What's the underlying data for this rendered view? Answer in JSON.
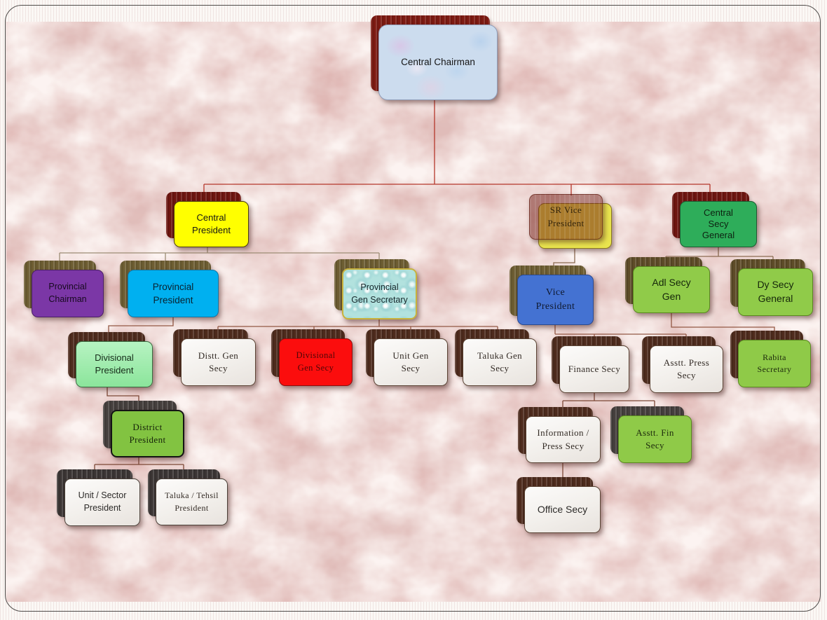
{
  "slide": {
    "background_color": "#dfb5b2",
    "frame_color": "#fbf8f5",
    "frame_line_color": "#4f4c4a"
  },
  "connector_colors": {
    "top": "#b5372b",
    "second": "#9c8c74",
    "third": "#8a6a50",
    "fourth": "#935844",
    "fifth": "#7c4836"
  },
  "chart": {
    "type": "org-chart",
    "nodes": [
      {
        "id": "central-chairman",
        "lines": [
          "Central Chairman"
        ],
        "fill": "",
        "texture": "mottled",
        "text": "#161616",
        "border": "#8f9cb8",
        "shadow": "#7d1a12",
        "font": "sans"
      },
      {
        "id": "central-president",
        "lines": [
          "Central",
          "President"
        ],
        "fill": "#ffff00",
        "text": "#161616",
        "border": "#4a3c10",
        "shadow": "#6e1510",
        "font": "sans"
      },
      {
        "id": "sr-vice-president",
        "lines": [
          "SR Vice",
          "President"
        ],
        "fill": "rgba(109,21,13,0.50)",
        "back_fill": "#e9e44e",
        "text": "#33240c",
        "border": "rgba(90,25,12,0.65)",
        "shadow": "#6e1510",
        "font": "serif",
        "special": "overlay"
      },
      {
        "id": "central-secy-general",
        "lines": [
          "Central",
          "Secy",
          "General"
        ],
        "fill": "#2ead5a",
        "text": "#0d2211",
        "border": "#1d5c33",
        "shadow": "#6e1510",
        "font": "sans"
      },
      {
        "id": "provincial-chairman",
        "lines": [
          "Provincial",
          "Chairman"
        ],
        "fill": "#7b37a6",
        "text": "#17091f",
        "border": "#4a1f66",
        "shadow": "#6d5d32",
        "font": "sans"
      },
      {
        "id": "provincial-president",
        "lines": [
          "Provincial",
          "President"
        ],
        "fill": "#00b0f0",
        "text": "#0a2230",
        "border": "#1874a0",
        "shadow": "#6d5d32",
        "font": "sans"
      },
      {
        "id": "provincial-gen-secy",
        "lines": [
          "Provincial",
          "Gen Secretary"
        ],
        "fill": "",
        "texture": "bubbles",
        "text": "#15262a",
        "border": "#c8b23c",
        "border_w": 2,
        "shadow": "#6d5d32",
        "font": "sans"
      },
      {
        "id": "vice-president",
        "lines": [
          "Vice",
          "President"
        ],
        "fill": "#4472d2",
        "text": "#101a30",
        "border": "#2a4a90",
        "shadow": "#6d5d32",
        "font": "serif"
      },
      {
        "id": "adl-secy-gen",
        "lines": [
          "Adl Secy",
          "Gen"
        ],
        "fill": "#90cb49",
        "text": "#15260a",
        "border": "#5a8a20",
        "shadow": "#5e4c28",
        "font": "sans"
      },
      {
        "id": "dy-secy-general",
        "lines": [
          "Dy  Secy",
          "General"
        ],
        "fill": "#90cb49",
        "text": "#15260a",
        "border": "#5a8a20",
        "shadow": "#5e4c28",
        "font": "sans"
      },
      {
        "id": "divisional-president",
        "lines": [
          "Divisional",
          "President"
        ],
        "fill": "",
        "texture": "greenGrad",
        "text": "#152a18",
        "border": "#3a6a40",
        "shadow": "#4e2b1d",
        "font": "sans"
      },
      {
        "id": "distt-gen-secy",
        "lines": [
          "Distt. Gen",
          "Secy"
        ],
        "fill": "",
        "texture": "white",
        "text": "#322a24",
        "border": "#5a4334",
        "shadow": "#4e2b1d",
        "font": "serif"
      },
      {
        "id": "divisional-gen-secy",
        "lines": [
          "Divisional",
          "Gen Secy"
        ],
        "fill": "#fb0d0d",
        "text": "#4f0707",
        "border": "#8a1010",
        "shadow": "#4e2b1d",
        "font": "serif"
      },
      {
        "id": "unit-gen-secy",
        "lines": [
          "Unit Gen",
          "Secy"
        ],
        "fill": "",
        "texture": "white",
        "text": "#322a24",
        "border": "#5a4334",
        "shadow": "#4e2b1d",
        "font": "serif"
      },
      {
        "id": "taluka-gen-secy",
        "lines": [
          "Taluka Gen",
          "Secy"
        ],
        "fill": "",
        "texture": "white",
        "text": "#322a24",
        "border": "#5a4334",
        "shadow": "#4e2b1d",
        "font": "serif"
      },
      {
        "id": "finance-secy",
        "lines": [
          "Finance Secy"
        ],
        "fill": "",
        "texture": "white",
        "text": "#322a24",
        "border": "#5a4334",
        "shadow": "#4e2b1d",
        "font": "serif"
      },
      {
        "id": "asstt-press-secy",
        "lines": [
          "Asstt. Press",
          "Secy"
        ],
        "fill": "",
        "texture": "white",
        "text": "#322a24",
        "border": "#5a4334",
        "shadow": "#4e2b1d",
        "font": "serif"
      },
      {
        "id": "rabita-secretary",
        "lines": [
          "Rabita",
          "Secretary"
        ],
        "fill": "#8fca48",
        "text": "#1d2a0c",
        "border": "#5a8a20",
        "shadow": "#4e2b1d",
        "font": "serif"
      },
      {
        "id": "district-president",
        "lines": [
          "District",
          "President"
        ],
        "fill": "#82c341",
        "text": "#15220a",
        "border": "#141414",
        "border_w": 2,
        "shadow": "#453f3d",
        "font": "serif"
      },
      {
        "id": "information-press-secy",
        "lines": [
          "Information /",
          "Press Secy"
        ],
        "fill": "",
        "texture": "white",
        "text": "#322a24",
        "border": "#5a4334",
        "shadow": "#4e2b1d",
        "font": "serif"
      },
      {
        "id": "asstt-fin-secy",
        "lines": [
          "Asstt. Fin",
          "Secy"
        ],
        "fill": "#8fca48",
        "text": "#1d2a0c",
        "border": "#5a8a20",
        "shadow": "#453f3d",
        "font": "serif"
      },
      {
        "id": "unit-sector-president",
        "lines": [
          "Unit / Sector",
          "President"
        ],
        "fill": "",
        "texture": "white",
        "text": "#2c2a28",
        "border": "#4a4038",
        "shadow": "#3b3534",
        "font": "sans"
      },
      {
        "id": "taluka-tehsil-president",
        "lines": [
          "Taluka / Tehsil",
          "President"
        ],
        "fill": "",
        "texture": "white",
        "text": "#322a24",
        "border": "#4a4038",
        "shadow": "#3b3534",
        "font": "serif"
      },
      {
        "id": "office-secy",
        "lines": [
          "Office Secy"
        ],
        "fill": "",
        "texture": "white",
        "text": "#2c2a28",
        "border": "#5a4334",
        "shadow": "#4e2b1d",
        "font": "sans"
      }
    ],
    "edges": [
      [
        "central-chairman",
        "central-president"
      ],
      [
        "central-chairman",
        "sr-vice-president"
      ],
      [
        "central-chairman",
        "central-secy-general"
      ],
      [
        "central-president",
        "provincial-chairman"
      ],
      [
        "central-president",
        "provincial-president"
      ],
      [
        "central-president",
        "provincial-gen-secy"
      ],
      [
        "sr-vice-president",
        "vice-president"
      ],
      [
        "central-secy-general",
        "adl-secy-gen"
      ],
      [
        "central-secy-general",
        "dy-secy-general"
      ],
      [
        "provincial-president",
        "divisional-president"
      ],
      [
        "provincial-gen-secy",
        "distt-gen-secy"
      ],
      [
        "provincial-gen-secy",
        "divisional-gen-secy"
      ],
      [
        "provincial-gen-secy",
        "unit-gen-secy"
      ],
      [
        "provincial-gen-secy",
        "taluka-gen-secy"
      ],
      [
        "vice-president",
        "finance-secy"
      ],
      [
        "vice-president",
        "asstt-press-secy"
      ],
      [
        "adl-secy-gen",
        "rabita-secretary"
      ],
      [
        "divisional-president",
        "district-president"
      ],
      [
        "finance-secy",
        "information-press-secy"
      ],
      [
        "finance-secy",
        "asstt-fin-secy"
      ],
      [
        "information-press-secy",
        "office-secy"
      ],
      [
        "district-president",
        "unit-sector-president"
      ],
      [
        "district-president",
        "taluka-tehsil-president"
      ]
    ]
  }
}
